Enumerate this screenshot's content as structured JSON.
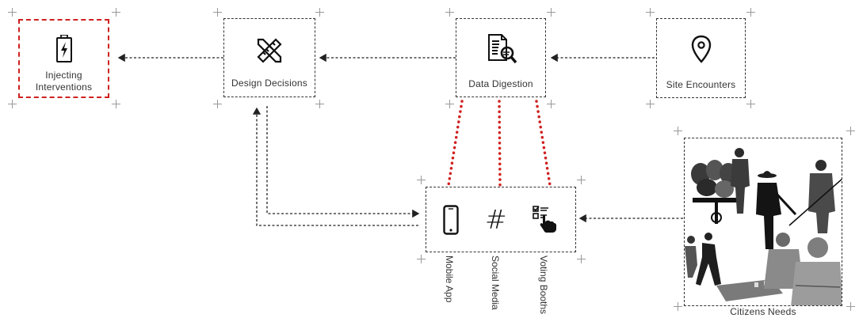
{
  "nodes": {
    "injecting": {
      "label_line1": "Injecting",
      "label_line2": "Interventions",
      "icon": "battery-charging-icon"
    },
    "design": {
      "label": "Design Decisions",
      "icon": "ruler-pencil-icon"
    },
    "digestion": {
      "label": "Data Digestion",
      "icon": "document-search-icon"
    },
    "site": {
      "label": "Site Encounters",
      "icon": "map-pin-icon"
    },
    "citizens": {
      "label": "Citizens Needs",
      "icon": "people-photo"
    }
  },
  "channels": {
    "mobile": {
      "label": "Mobile App",
      "icon": "smartphone-icon"
    },
    "social": {
      "label": "Social Media",
      "icon": "hashtag-icon",
      "glyph": "#"
    },
    "voting": {
      "label": "Voting Booths",
      "icon": "touch-checklist-icon"
    }
  },
  "colors": {
    "accent": "#d02020",
    "line": "#222222"
  }
}
